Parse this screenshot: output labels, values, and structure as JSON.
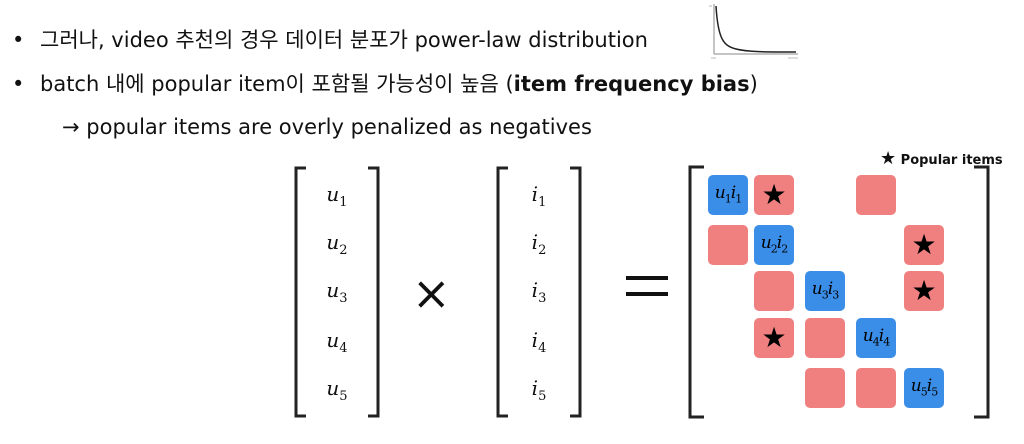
{
  "bullets": {
    "marker": "•",
    "line1": "그러나, video 추천의 경우 데이터 분포가 power-law distribution",
    "line2_prefix": "batch 내에 popular item이 포함될 가능성이 높음 (",
    "line2_bold": "item frequency bias",
    "line2_suffix": ")",
    "sub_line": "→ popular items are overly penalized as negatives"
  },
  "user_vector": [
    {
      "base": "u",
      "sub": "1"
    },
    {
      "base": "u",
      "sub": "2"
    },
    {
      "base": "u",
      "sub": "3"
    },
    {
      "base": "u",
      "sub": "4"
    },
    {
      "base": "u",
      "sub": "5"
    }
  ],
  "item_vector": [
    {
      "base": "i",
      "sub": "1"
    },
    {
      "base": "i",
      "sub": "2"
    },
    {
      "base": "i",
      "sub": "3"
    },
    {
      "base": "i",
      "sub": "4"
    },
    {
      "base": "i",
      "sub": "5"
    }
  ],
  "operators": {
    "times": "×"
  },
  "legend": {
    "star": "★",
    "label": "Popular items"
  },
  "score_matrix": {
    "rows": 5,
    "cols": 5,
    "cells": [
      {
        "row": 1,
        "col": 1,
        "kind": "positive",
        "u": "1",
        "i": "1"
      },
      {
        "row": 1,
        "col": 2,
        "kind": "negative",
        "popular": true
      },
      {
        "row": 1,
        "col": 4,
        "kind": "negative",
        "popular": false
      },
      {
        "row": 2,
        "col": 1,
        "kind": "negative",
        "popular": false
      },
      {
        "row": 2,
        "col": 2,
        "kind": "positive",
        "u": "2",
        "i": "2"
      },
      {
        "row": 2,
        "col": 5,
        "kind": "negative",
        "popular": true
      },
      {
        "row": 3,
        "col": 2,
        "kind": "negative",
        "popular": false
      },
      {
        "row": 3,
        "col": 3,
        "kind": "positive",
        "u": "3",
        "i": "3"
      },
      {
        "row": 3,
        "col": 5,
        "kind": "negative",
        "popular": true
      },
      {
        "row": 4,
        "col": 2,
        "kind": "negative",
        "popular": true
      },
      {
        "row": 4,
        "col": 3,
        "kind": "negative",
        "popular": false
      },
      {
        "row": 4,
        "col": 4,
        "kind": "positive",
        "u": "4",
        "i": "4"
      },
      {
        "row": 5,
        "col": 3,
        "kind": "negative",
        "popular": false
      },
      {
        "row": 5,
        "col": 4,
        "kind": "negative",
        "popular": false
      },
      {
        "row": 5,
        "col": 5,
        "kind": "positive",
        "u": "5",
        "i": "5"
      }
    ]
  },
  "colors": {
    "positive": "#3b8ee8",
    "negative": "#f08080"
  },
  "thumbnail_icon": "power-law-curve-icon"
}
